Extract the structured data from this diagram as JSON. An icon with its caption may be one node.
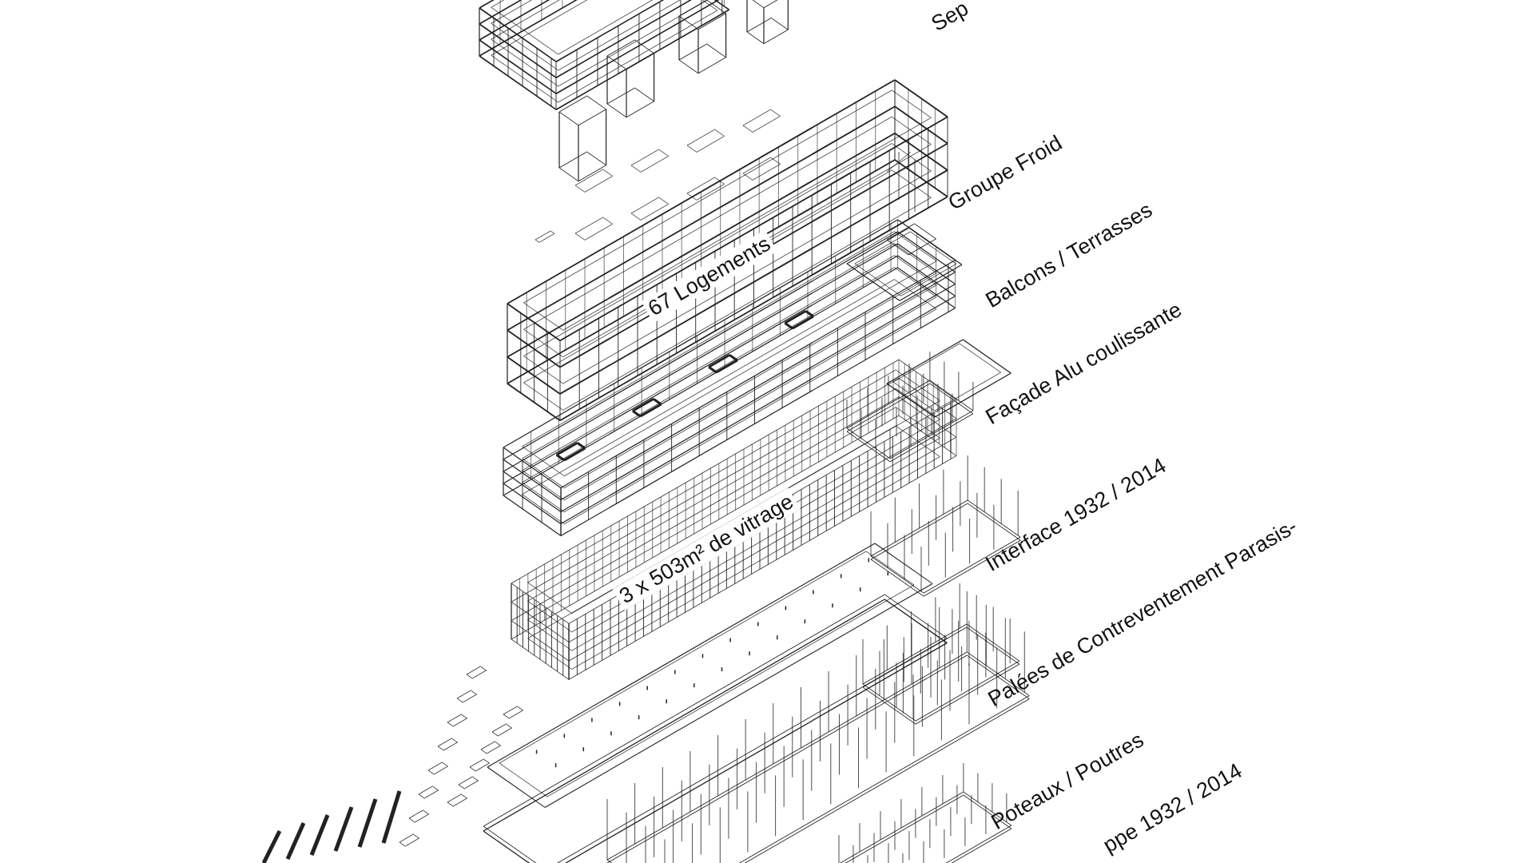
{
  "diagram": {
    "labels": [
      "Sep",
      "Groupe Froid",
      "Balcons / Terrasses",
      "67 Logements",
      "Façade Alu coulissante",
      "Interface 1932 / 2014",
      "3 x 503m² de vitrage",
      "Palées de Contreventement Parasis-",
      "Poteaux / Poutres",
      "ppe 1932 / 2014"
    ]
  }
}
